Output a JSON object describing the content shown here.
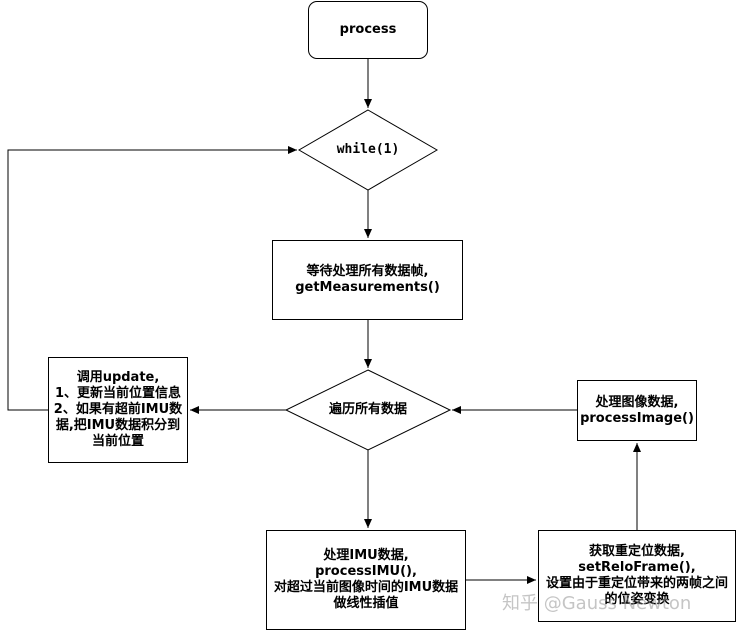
{
  "nodes": {
    "process": {
      "label": "process"
    },
    "while_loop": {
      "label": "while(1)"
    },
    "wait_measurements": {
      "lines": [
        "等待处理所有数据帧,",
        "getMeasurements()"
      ]
    },
    "traverse_data": {
      "label": "遍历所有数据"
    },
    "call_update": {
      "lines": [
        "调用update,",
        "1、更新当前位置信息",
        "2、如果有超前IMU数",
        "据,把IMU数据积分到",
        "当前位置"
      ]
    },
    "process_image": {
      "lines": [
        "处理图像数据,",
        "processImage()"
      ]
    },
    "process_imu": {
      "lines": [
        "处理IMU数据,",
        "processIMU(),",
        "对超过当前图像时间的IMU数据",
        "做线性插值"
      ]
    },
    "get_relo": {
      "lines": [
        "获取重定位数据,",
        "setReloFrame(),",
        "设置由于重定位带来的两帧之间",
        "的位姿变换"
      ]
    }
  },
  "watermark": {
    "text": "知乎 @Gauss Newton"
  },
  "colors": {
    "stroke": "#000000",
    "background": "#ffffff"
  }
}
